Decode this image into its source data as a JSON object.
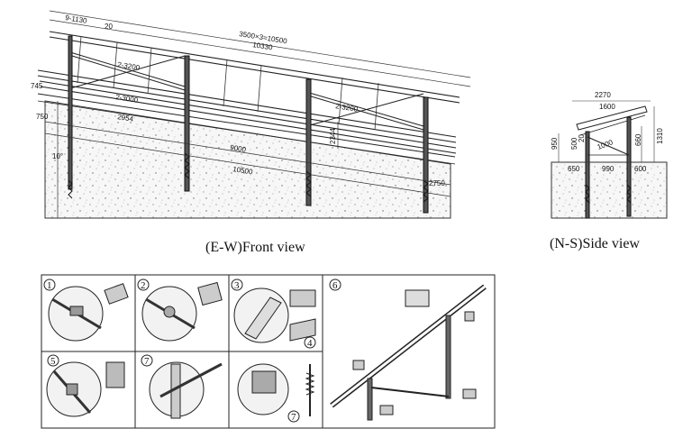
{
  "front_view": {
    "caption": "(E-W)Front view",
    "dims": {
      "d1": "9-1130",
      "d2": "20",
      "d3": "3500×3=10500",
      "d4": "10330",
      "d5": "2-3200",
      "d6": "745",
      "d7": "2-3000",
      "d8": "750",
      "d9": "2954",
      "d10": "2-3200",
      "d11": "9000",
      "d12": "10500",
      "d13": "2750",
      "d14": "10°",
      "d15": "2344"
    }
  },
  "side_view": {
    "caption": "(N-S)Side view",
    "dims": {
      "d1": "2270",
      "d2": "1600",
      "d3": "950",
      "d4": "500",
      "d5": "1000",
      "d6": "660",
      "d7": "1310",
      "d8": "650",
      "d9": "990",
      "d10": "600",
      "d11": "20"
    }
  },
  "details": {
    "p1": "1",
    "p2": "2",
    "p3": "3",
    "p4": "4",
    "p5": "5",
    "p6": "6",
    "p7a": "7",
    "p7b": "7"
  }
}
